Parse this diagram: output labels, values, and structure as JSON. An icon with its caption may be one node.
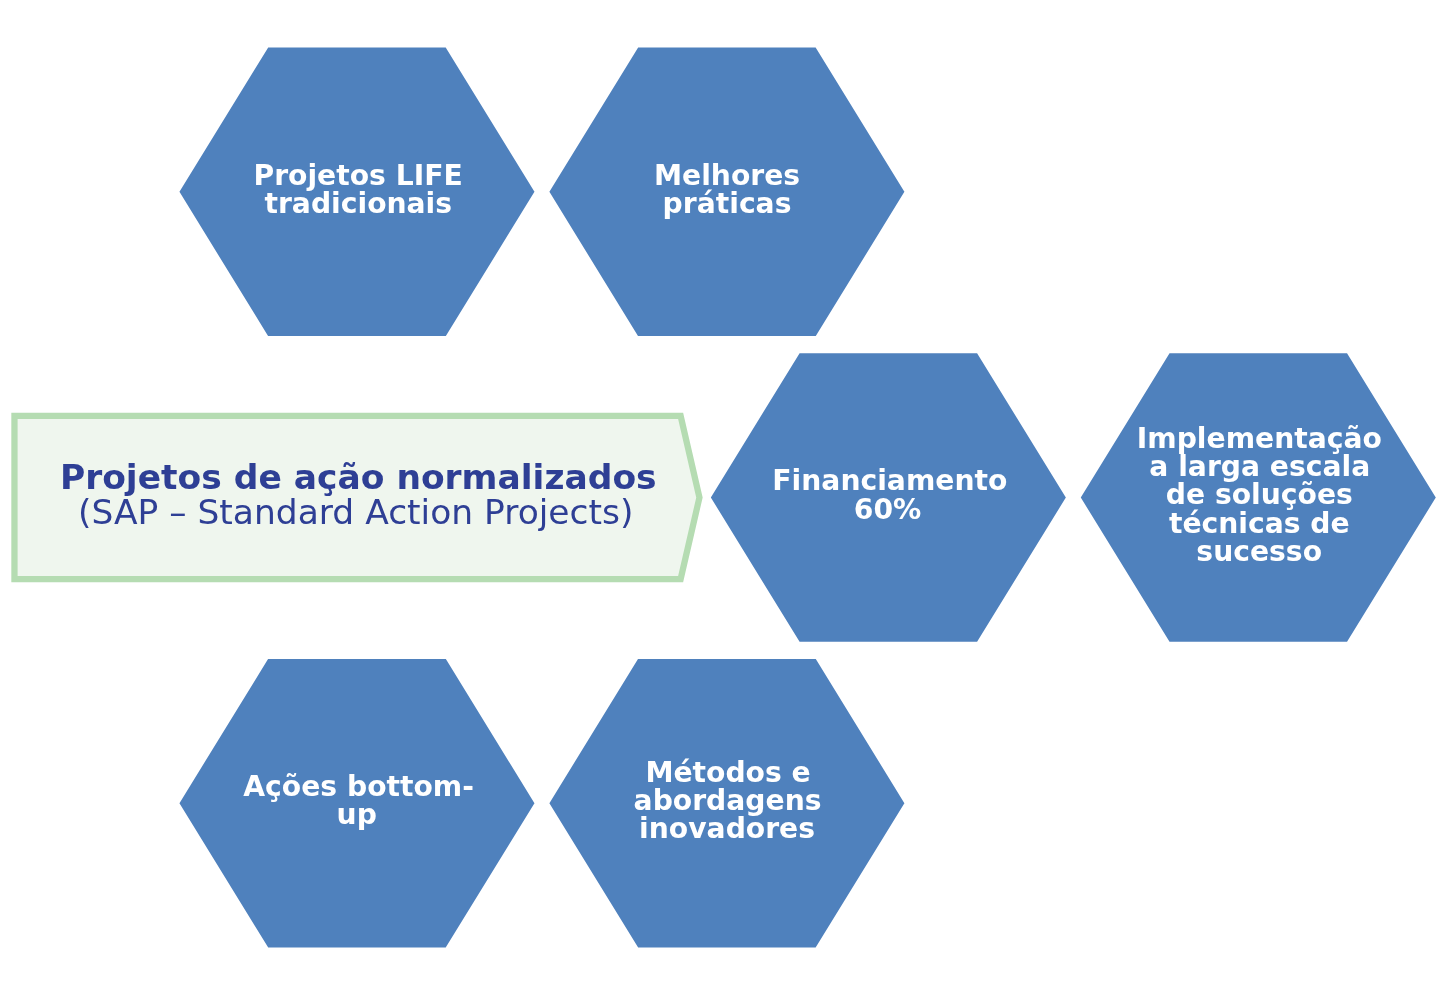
{
  "diagram": {
    "nodes": [
      {
        "text": [
          "Projetos de ação normalizados",
          "(SAP – Standard Action Projects)"
        ]
      },
      {
        "text": [
          "Projetos LIFE tradicionais"
        ]
      },
      {
        "text": [
          "Melhores práticas"
        ]
      },
      {
        "text": [
          "Financiamento 60%"
        ]
      },
      {
        "text": [
          "Implementação a larga escala de soluções técnicas de sucesso"
        ]
      },
      {
        "text": [
          "Ações bottom-up"
        ]
      },
      {
        "text": [
          "Métodos e abordagens inovadores"
        ]
      }
    ]
  }
}
